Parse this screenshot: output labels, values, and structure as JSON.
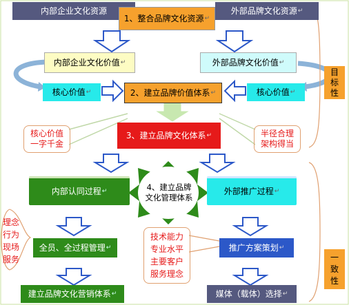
{
  "boxes": {
    "internal_resources": "内部企业文化资源",
    "external_resources": "外部品牌文化资源",
    "step1": "1、整合品牌文化资源",
    "internal_values": "内部企业文化价值",
    "external_values": "外部品牌文化价值",
    "core_left": "核心价值",
    "step2": "2、建立品牌价值体系",
    "core_right": "核心价值",
    "step3": "3、建立品牌文化体系",
    "core_callout_1": "核心价值",
    "core_callout_2": "一字千金",
    "arch_callout_1": "半径合理",
    "arch_callout_2": "架构得当",
    "internal_process": "内部认同过程",
    "step4_1": "4、建立品牌",
    "step4_2": "文化管理体系",
    "external_process": "外部推广过程",
    "full_mgmt": "全员、全过程管理",
    "promo_plan": "推广方案策划",
    "marketing_system": "建立品牌文化营销体系",
    "media_select": "媒体（载体）选择",
    "left_list": [
      "理念",
      "行为",
      "现场",
      "服务"
    ],
    "center_list": [
      "技术能力",
      "专业水平",
      "主要客户",
      "服务理念"
    ],
    "goal_label": [
      "目",
      "标",
      "性"
    ],
    "consistency_label": [
      "一",
      "致",
      "性"
    ]
  },
  "return_mark": "↵",
  "colors": {
    "navy": "#55597f",
    "orange": "#f6a12d",
    "light_yellow": "#fdfcc3",
    "light_cyan": "#cffbfb",
    "cyan": "#27eaea",
    "red": "#e61a1a",
    "green": "#2e8b1a",
    "arrow_blue": "#2c58c8",
    "bracket_orange": "#e0a070"
  }
}
